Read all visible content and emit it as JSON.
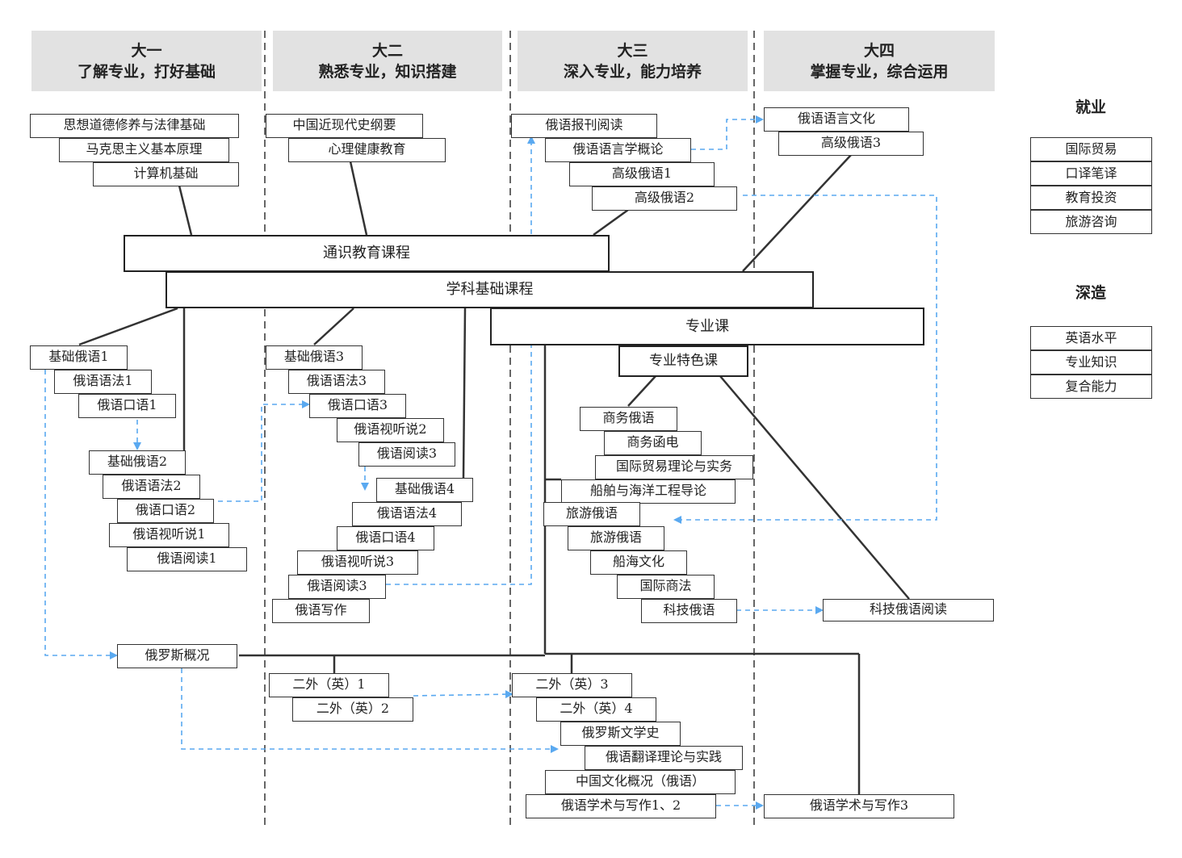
{
  "headers": [
    {
      "year": "大一",
      "subtitle": "了解专业，打好基础"
    },
    {
      "year": "大二",
      "subtitle": "熟悉专业，知识搭建"
    },
    {
      "year": "大三",
      "subtitle": "深入专业，能力培养"
    },
    {
      "year": "大四",
      "subtitle": "掌握专业，综合运用"
    }
  ],
  "main_bars": {
    "general": "通识教育课程",
    "foundation": "学科基础课程",
    "major": "专业课",
    "feature": "专业特色课"
  },
  "courses": {
    "y1_general": [
      "思想道德修养与法律基础",
      "马克思主义基本原理",
      "计算机基础"
    ],
    "y2_general": [
      "中国近现代史纲要",
      "心理健康教育"
    ],
    "y3_general": [
      "俄语报刊阅读",
      "俄语语言学概论",
      "高级俄语1",
      "高级俄语2"
    ],
    "y4_general": [
      "俄语语言文化",
      "高级俄语3"
    ],
    "y1_a": [
      "基础俄语1",
      "俄语语法1",
      "俄语口语1"
    ],
    "y1_b": [
      "基础俄语2",
      "俄语语法2",
      "俄语口语2",
      "俄语视听说1",
      "俄语阅读1"
    ],
    "y2_a": [
      "基础俄语3",
      "俄语语法3",
      "俄语口语3",
      "俄语视听说2",
      "俄语阅读3"
    ],
    "y2_b": [
      "基础俄语4",
      "俄语语法4",
      "俄语口语4",
      "俄语视听说3",
      "俄语阅读3",
      "俄语写作"
    ],
    "business": [
      "商务俄语",
      "商务函电",
      "国际贸易理论与实务",
      "船舶与海洋工程导论"
    ],
    "tourism": [
      "旅游俄语",
      "旅游俄语",
      "船海文化",
      "国际商法",
      "科技俄语"
    ],
    "tech_reading": "科技俄语阅读",
    "russia": "俄罗斯概况",
    "y2_second": [
      "二外（英）1",
      "二外（英）2"
    ],
    "y3_second": [
      "二外（英）3",
      "二外（英）4",
      "俄罗斯文学史",
      "俄语翻译理论与实践",
      "中国文化概况（俄语）",
      "俄语学术与写作1、2"
    ],
    "academic3": "俄语学术与写作3"
  },
  "sidebar": {
    "employment_title": "就业",
    "employment": [
      "国际贸易",
      "口译笔译",
      "教育投资",
      "旅游咨询"
    ],
    "study_title": "深造",
    "study": [
      "英语水平",
      "专业知识",
      "复合能力"
    ]
  },
  "colors": {
    "arrow": "#5aa9f0",
    "line": "#333333"
  }
}
